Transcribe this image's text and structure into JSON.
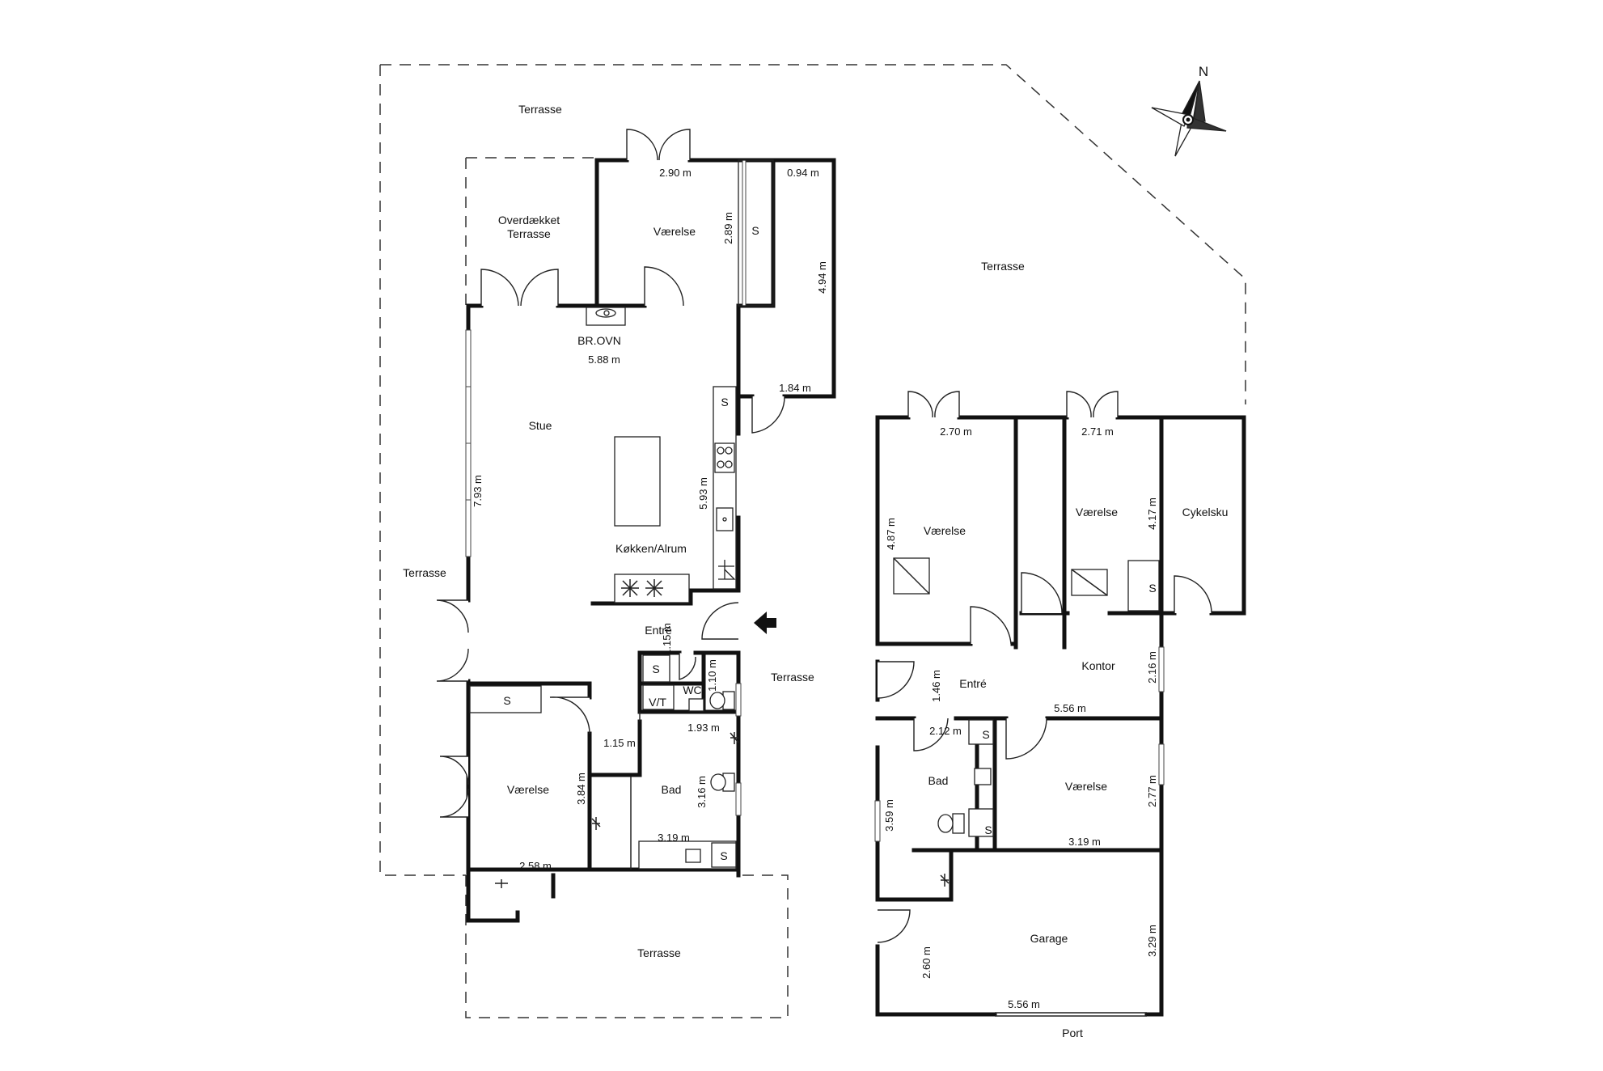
{
  "compass": {
    "north_label": "N"
  },
  "main_house": {
    "rooms": {
      "stue": "Stue",
      "kokken": "Køkken/Alrum",
      "vaerelse_top": "Værelse",
      "vaerelse_bottom": "Værelse",
      "entre": "Entré",
      "wc": "WC",
      "bad": "Bad",
      "vt": "V/T",
      "br_ovn": "BR.OVN",
      "overdaekket_1": "Overdækket",
      "overdaekket_2": "Terrasse"
    },
    "dimensions": {
      "d290": "2.90 m",
      "d094": "0.94 m",
      "d289": "2.89 m",
      "d494": "4.94 m",
      "d588": "5.88 m",
      "d184": "1.84 m",
      "d793": "7.93 m",
      "d593": "5.93 m",
      "d115a": "1.15 m",
      "d110": "1.10 m",
      "d193": "1.93 m",
      "d115b": "1.15 m",
      "d384": "3.84 m",
      "d316": "3.16 m",
      "d319": "3.19 m",
      "d258": "2.58 m"
    },
    "storage": [
      "S",
      "S",
      "S",
      "S",
      "S"
    ]
  },
  "annex": {
    "rooms": {
      "vaerelse1": "Værelse",
      "vaerelse2": "Værelse",
      "cykelsku": "Cykelsku",
      "kontor": "Kontor",
      "entre": "Entré",
      "bad": "Bad",
      "vaerelse3": "Værelse",
      "garage": "Garage",
      "port": "Port"
    },
    "dimensions": {
      "d270": "2.70 m",
      "d271": "2.71 m",
      "d487": "4.87 m",
      "d417": "4.17 m",
      "d216": "2.16 m",
      "d146": "1.46 m",
      "d556a": "5.56 m",
      "d212": "2.12 m",
      "d359": "3.59 m",
      "d277": "2.77 m",
      "d319": "3.19 m",
      "d329": "3.29 m",
      "d260": "2.60 m",
      "d556b": "5.56 m"
    },
    "storage": [
      "S",
      "S",
      "S"
    ]
  },
  "terraces": {
    "t_top": "Terrasse",
    "t_right": "Terrasse",
    "t_left": "Terrasse",
    "t_mid": "Terrasse",
    "t_bottom": "Terrasse"
  }
}
